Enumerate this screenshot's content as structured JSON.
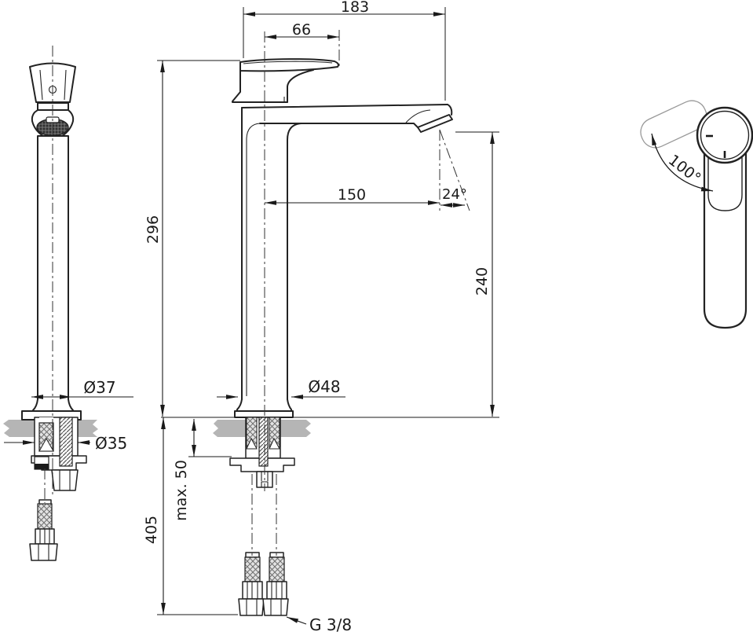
{
  "drawing": {
    "type": "faucet-technical-dimension-drawing",
    "line_color": "#222222",
    "counter_color": "#b5b5b5",
    "dims": {
      "overall_width": "183",
      "handle_width": "66",
      "height_to_handle": "296",
      "spout_reach": "150",
      "stream_angle": "24°",
      "spout_height": "240",
      "body_diameter": "Ø37",
      "hole_diameter": "Ø35",
      "base_diameter": "Ø48",
      "max_counter_thickness": "max. 50",
      "hose_length": "405",
      "thread_size": "G 3/8",
      "handle_swivel_angle": "100°"
    }
  }
}
